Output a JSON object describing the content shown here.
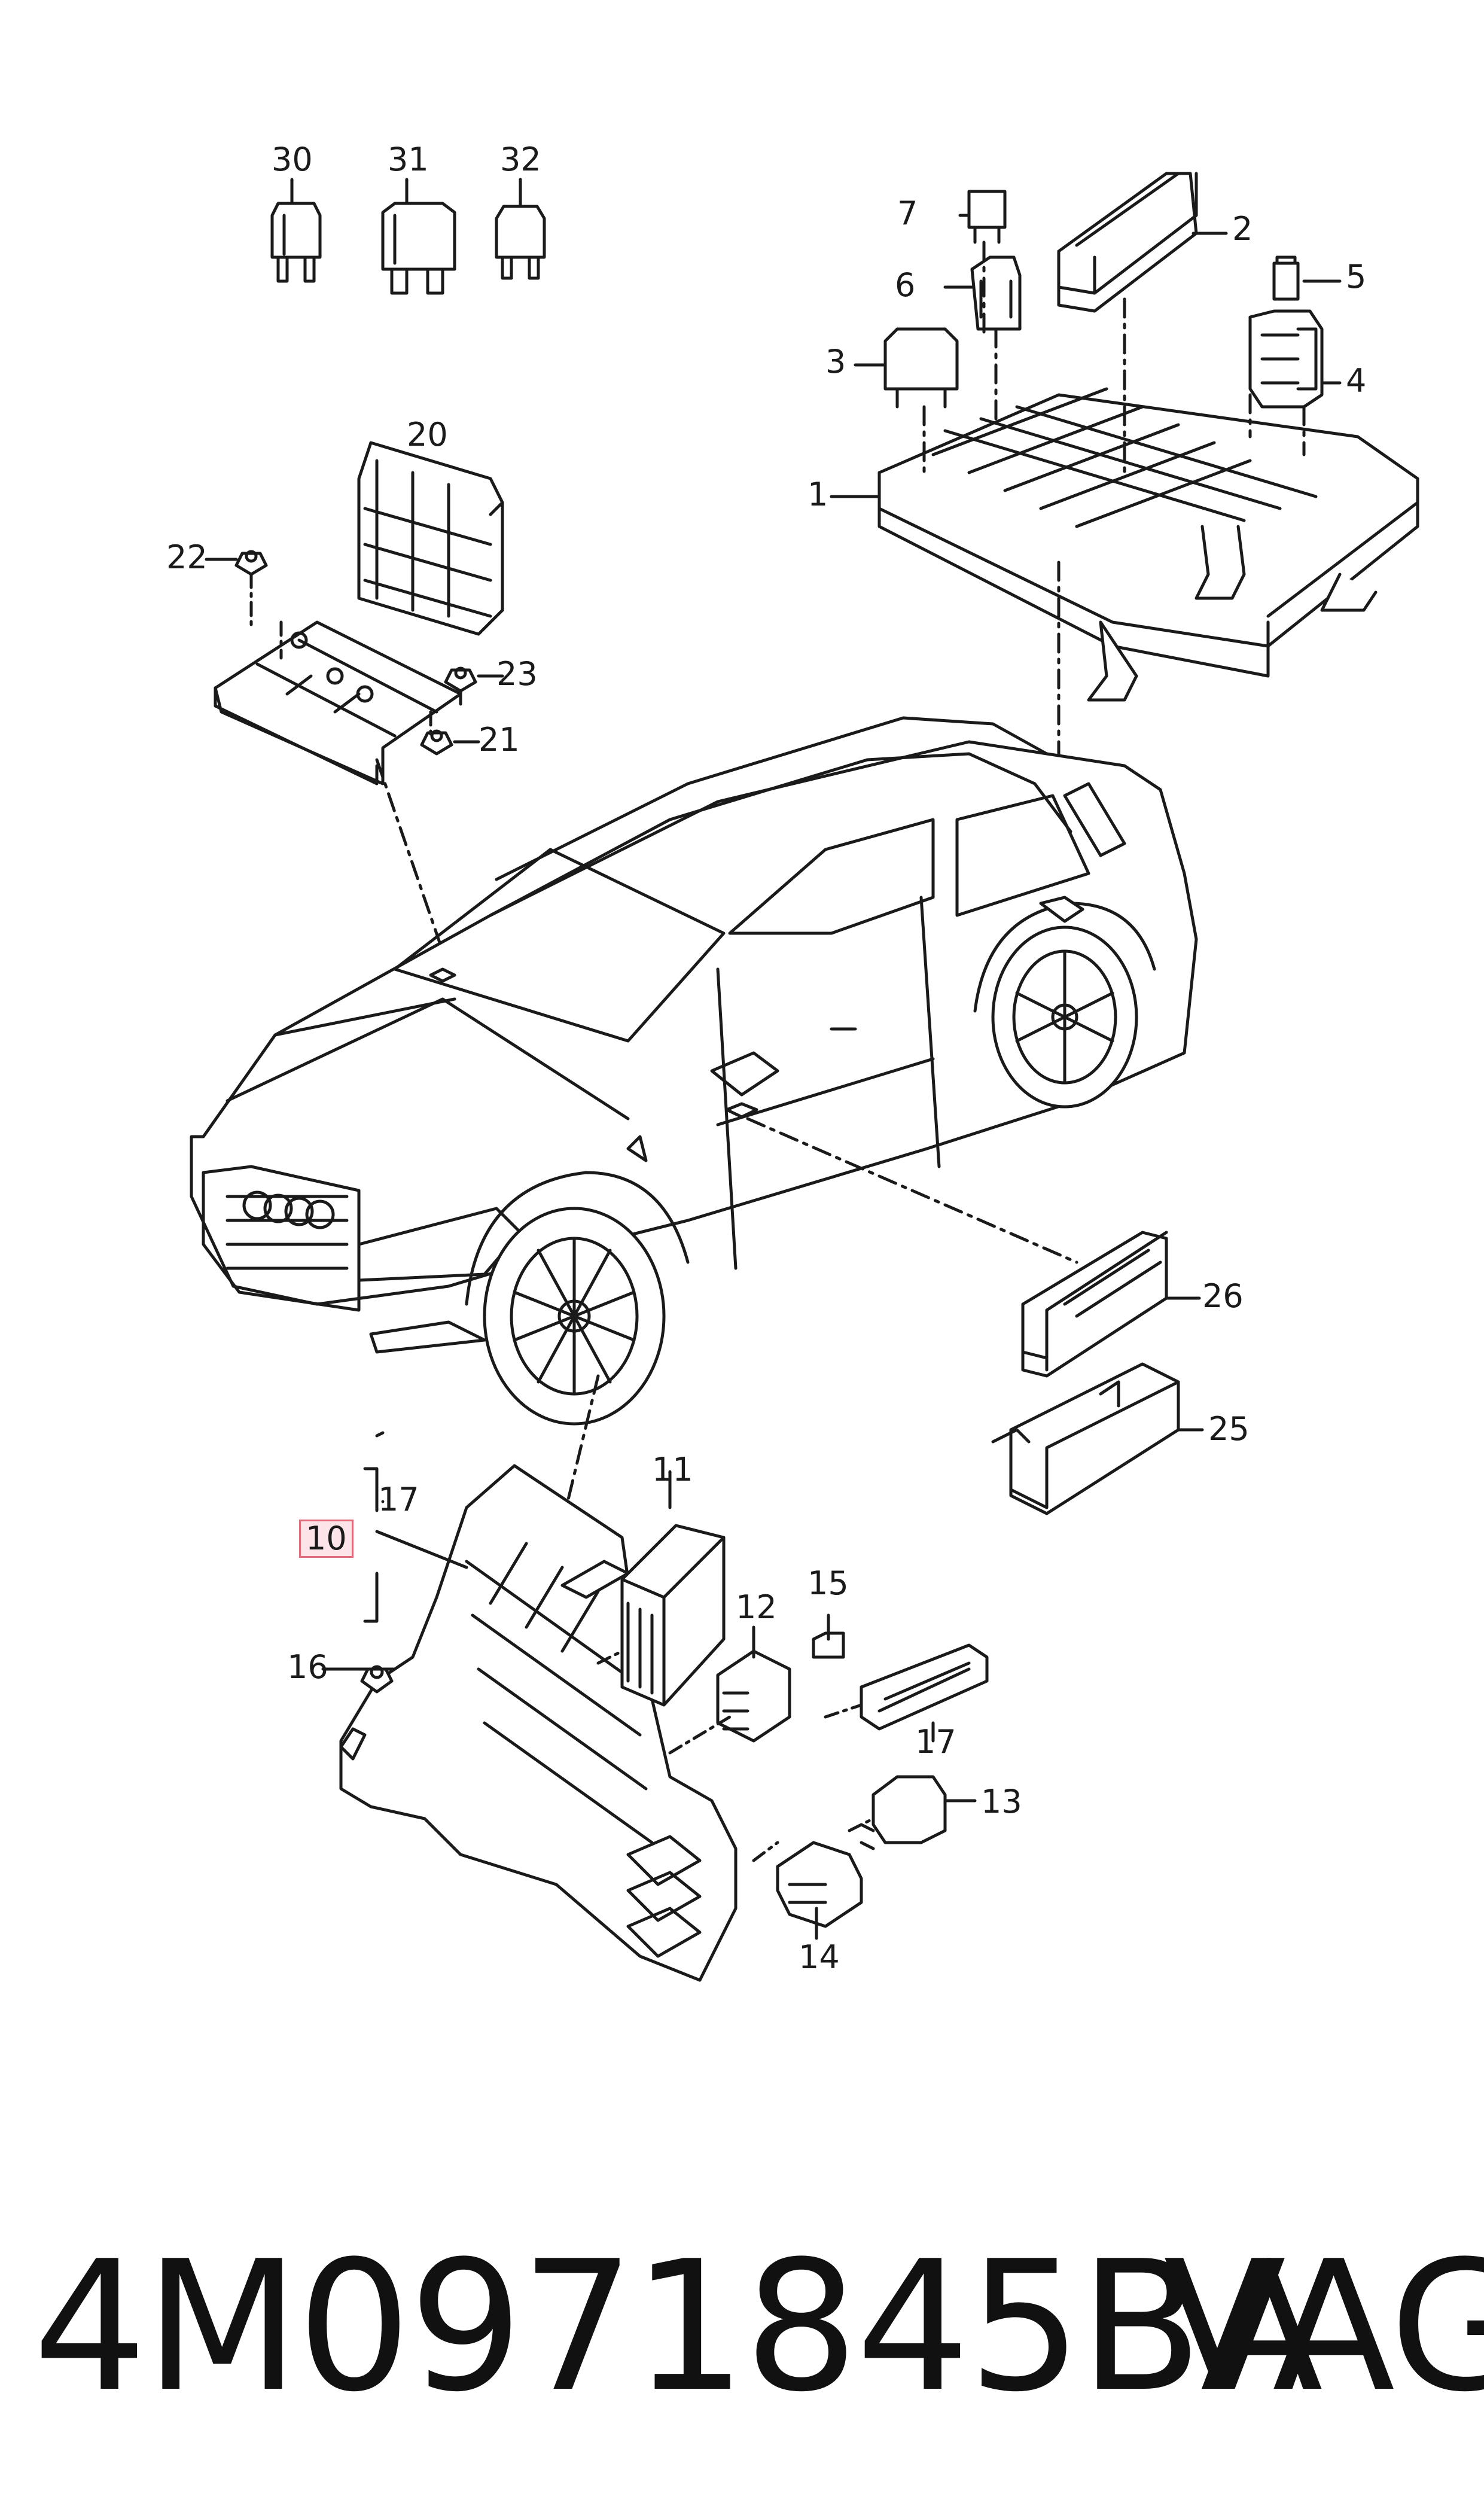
{
  "footer": {
    "part_number": "4M0971845BA",
    "brand": "VAG"
  },
  "callouts": {
    "c30": "30",
    "c31": "31",
    "c32": "32",
    "c7": "7",
    "c2": "2",
    "c5": "5",
    "c6": "6",
    "c3": "3",
    "c4": "4",
    "c1": "1",
    "c20": "20",
    "c22": "22",
    "c23": "23",
    "c21": "21",
    "c26": "26",
    "c25": "25",
    "c17a": "17",
    "c10": "10",
    "c16": "16",
    "c11": "11",
    "c12": "12",
    "c15": "15",
    "c17b": "17",
    "c13": "13",
    "c14": "14"
  },
  "colors": {
    "line": "#1a1a1a",
    "highlight_border": "#e06a7a",
    "highlight_fill": "#fde4e8"
  }
}
